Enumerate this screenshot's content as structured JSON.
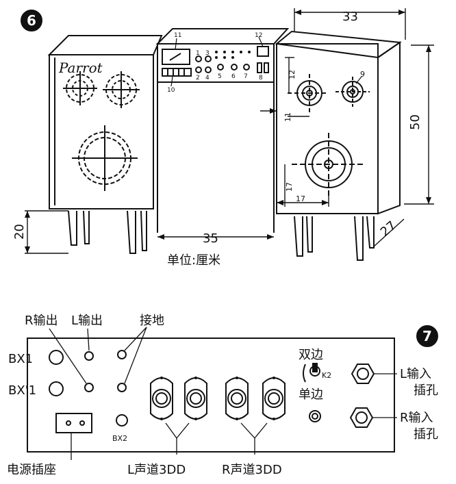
{
  "figure6": {
    "number": "6",
    "brand": "Parrot",
    "dims": {
      "width": "33",
      "height": "50",
      "depth": "27",
      "leg": "20",
      "center_width": "35",
      "speaker_gap_top": "12",
      "speaker_gap_side": "11",
      "woofer_v": "17",
      "woofer_h": "17"
    },
    "callouts": {
      "meter": "11",
      "display": "10",
      "knob_right": "12",
      "tweeter": "9"
    },
    "control_numbers": [
      "1",
      "3",
      "2",
      "4",
      "5",
      "6",
      "7",
      "8"
    ],
    "unit_label": "单位:厘米"
  },
  "figure7": {
    "number": "7",
    "r_output": "R输出",
    "l_output": "L输出",
    "ground": "接地",
    "bx1": "BX1",
    "bx1_prime": "BX'1",
    "bx2": "BX2",
    "dual": "双边",
    "k2": "K2",
    "single": "单边",
    "l_input": "L输入",
    "l_input_2": "插孔",
    "r_input": "R输入",
    "r_input_2": "插孔",
    "power_socket": "电源插座",
    "l_channel": "L声道3DD",
    "r_channel": "R声道3DD"
  }
}
